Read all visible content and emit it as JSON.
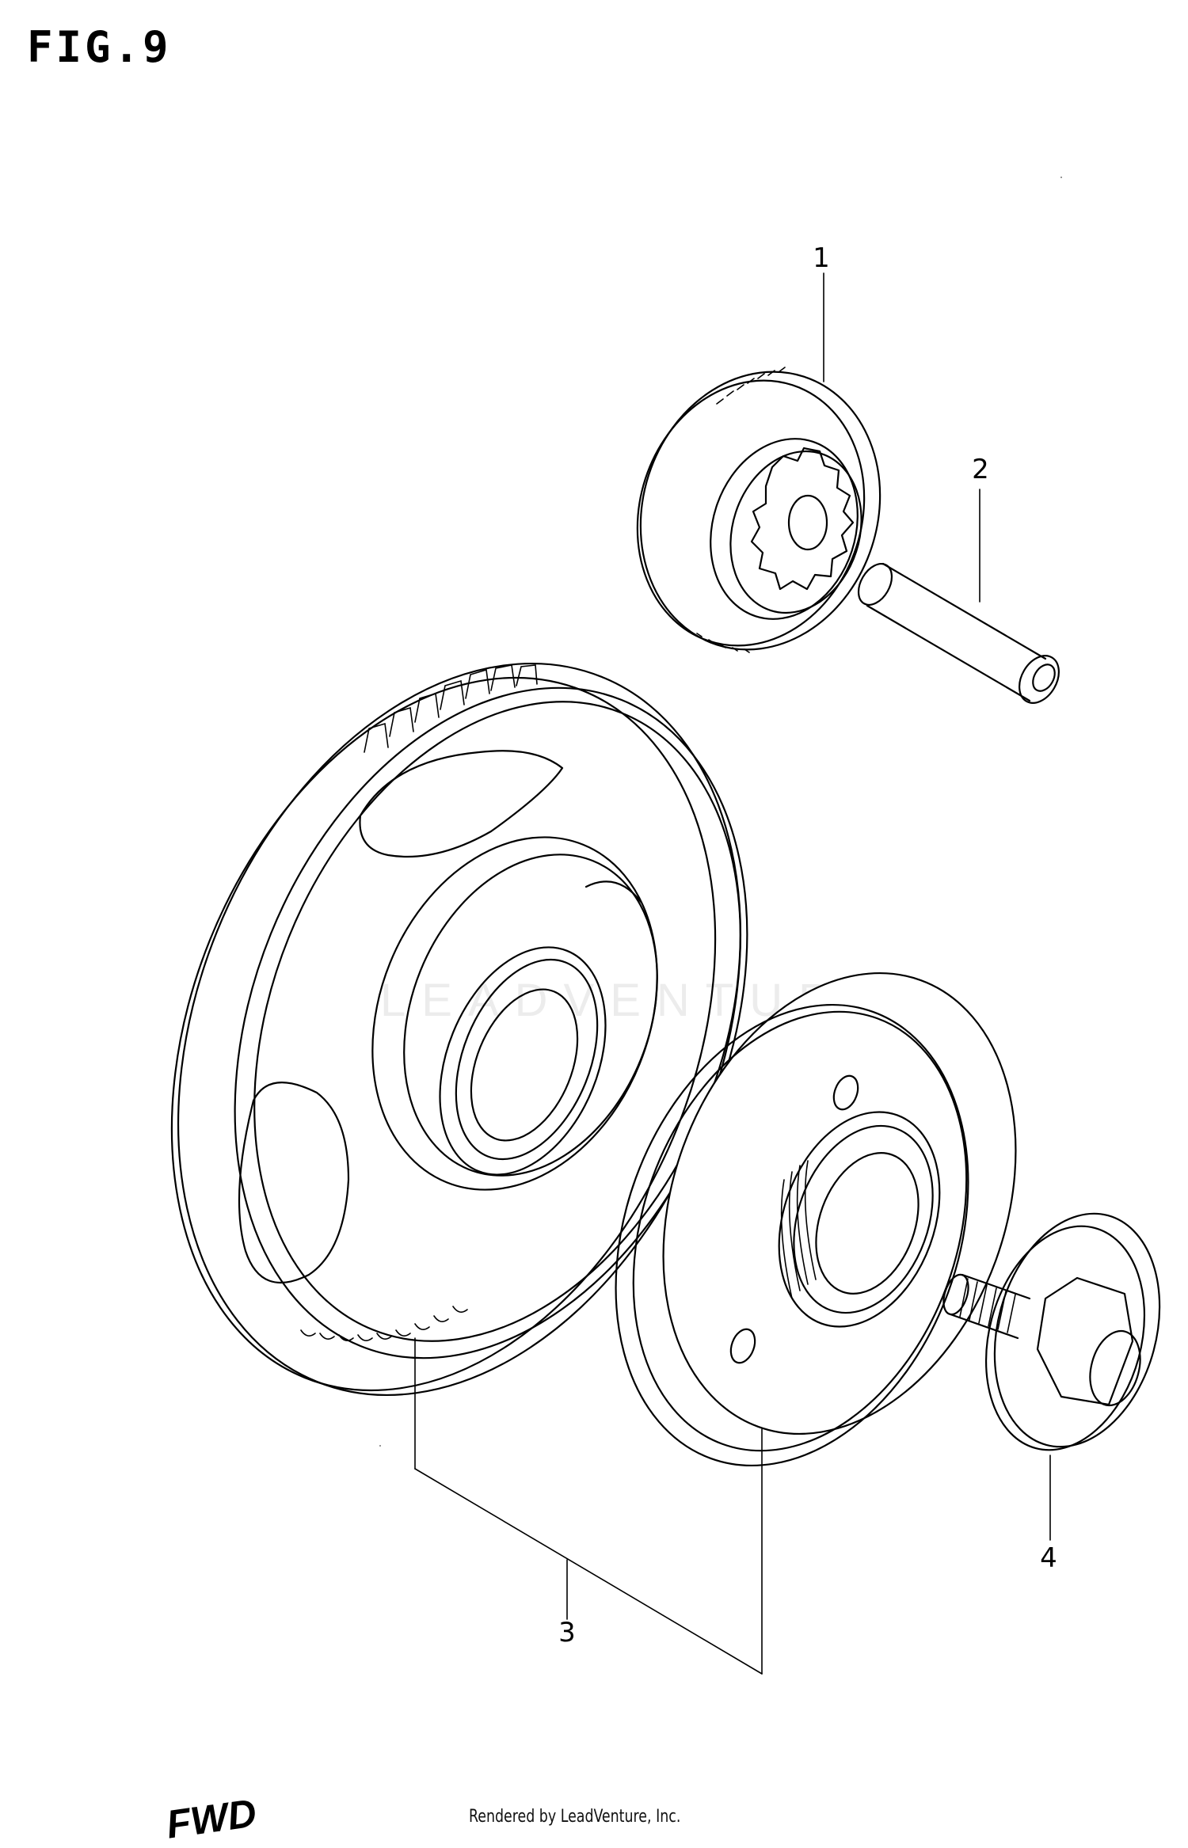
{
  "figure": {
    "title": "FIG.9"
  },
  "callouts": [
    {
      "id": "1",
      "label": "1"
    },
    {
      "id": "2",
      "label": "2"
    },
    {
      "id": "3",
      "label": "3"
    },
    {
      "id": "4",
      "label": "4"
    }
  ],
  "parts": [
    {
      "callout": "1",
      "icon": "idler-gear-icon"
    },
    {
      "callout": "2",
      "icon": "shaft-pin-icon"
    },
    {
      "callout": "3",
      "icon": "starter-clutch-gear-icon"
    },
    {
      "callout": "4",
      "icon": "flange-bolt-icon"
    }
  ],
  "watermark": {
    "text": "LEADVENTURE"
  },
  "footer": {
    "credit": "Rendered by LeadVenture, Inc.",
    "direction_mark": "FWD"
  },
  "colors": {
    "line": "#000000",
    "background": "#ffffff",
    "watermark": "#ececec"
  }
}
